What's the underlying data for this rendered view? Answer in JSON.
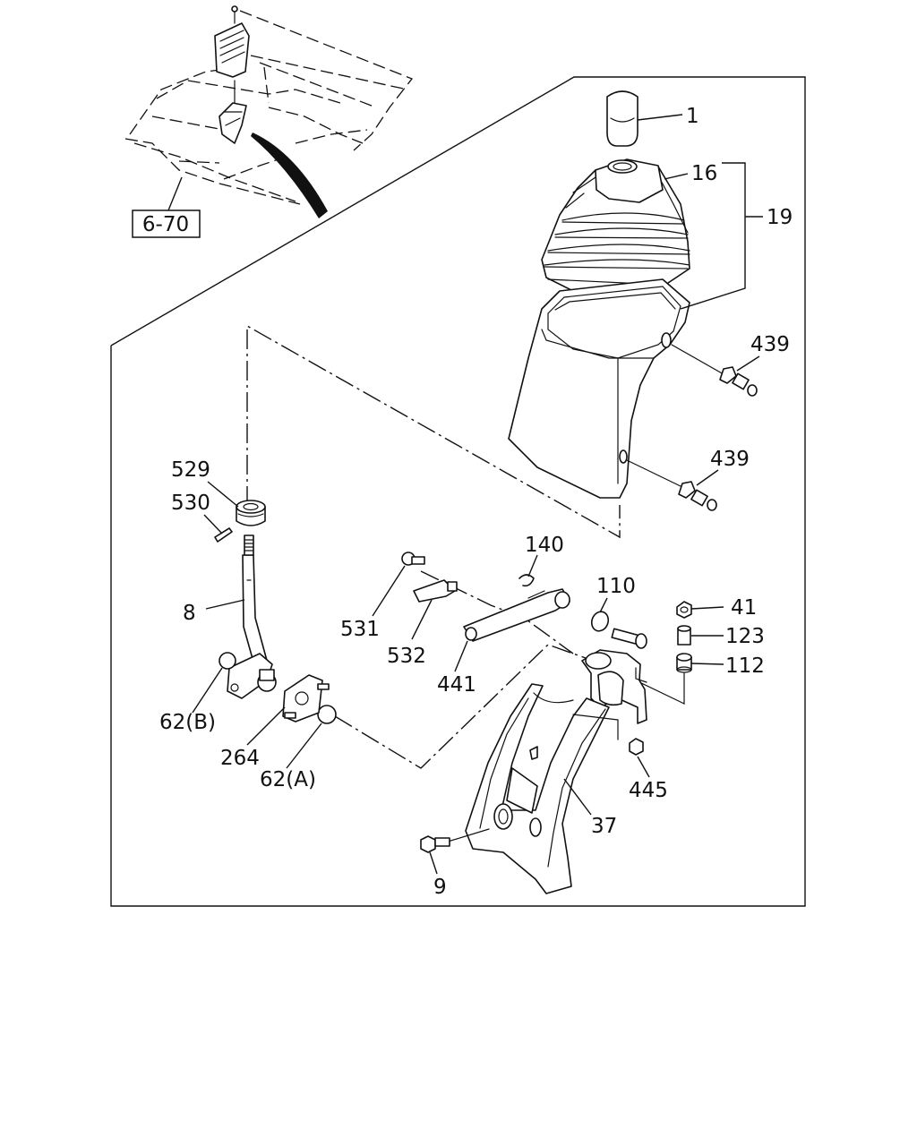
{
  "diagram": {
    "reference_box": "6-70",
    "callouts": {
      "c1": "1",
      "c16": "16",
      "c19": "19",
      "c439a": "439",
      "c439b": "439",
      "c529": "529",
      "c530": "530",
      "c140": "140",
      "c110": "110",
      "c41": "41",
      "c123": "123",
      "c112": "112",
      "c8": "8",
      "c531": "531",
      "c532": "532",
      "c441": "441",
      "c62b": "62(B)",
      "c264": "264",
      "c62a": "62(A)",
      "c445": "445",
      "c37": "37",
      "c9": "9"
    }
  }
}
